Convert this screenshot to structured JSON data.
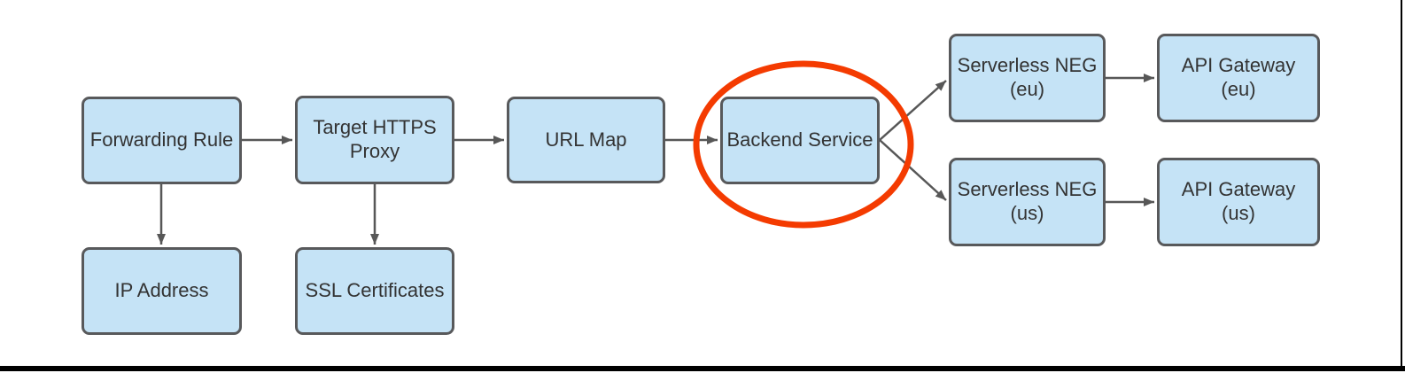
{
  "diagram": {
    "nodes": {
      "forwarding_rule": {
        "label": "Forwarding Rule"
      },
      "target_https_proxy": {
        "label": "Target HTTPS\nProxy"
      },
      "url_map": {
        "label": "URL Map"
      },
      "backend_service": {
        "label": "Backend Service",
        "highlighted": true
      },
      "serverless_neg_eu": {
        "label": "Serverless NEG\n(eu)"
      },
      "api_gateway_eu": {
        "label": "API Gateway\n(eu)"
      },
      "serverless_neg_us": {
        "label": "Serverless NEG\n(us)"
      },
      "api_gateway_us": {
        "label": "API Gateway\n(us)"
      },
      "ip_address": {
        "label": "IP Address"
      },
      "ssl_certificates": {
        "label": "SSL Certificates"
      }
    },
    "edges": [
      {
        "from": "forwarding_rule",
        "to": "target_https_proxy"
      },
      {
        "from": "forwarding_rule",
        "to": "ip_address"
      },
      {
        "from": "target_https_proxy",
        "to": "url_map"
      },
      {
        "from": "target_https_proxy",
        "to": "ssl_certificates"
      },
      {
        "from": "url_map",
        "to": "backend_service"
      },
      {
        "from": "backend_service",
        "to": "serverless_neg_eu"
      },
      {
        "from": "backend_service",
        "to": "serverless_neg_us"
      },
      {
        "from": "serverless_neg_eu",
        "to": "api_gateway_eu"
      },
      {
        "from": "serverless_neg_us",
        "to": "api_gateway_us"
      }
    ],
    "annotations": [
      {
        "type": "ellipse",
        "around": "backend_service"
      }
    ],
    "colors": {
      "node_fill": "#c5e3f6",
      "node_border": "#58595b",
      "node_text": "#333333",
      "arrow": "#575757",
      "highlight_ellipse": "#f43b01",
      "frame_line": "#000000",
      "background": "#ffffff"
    }
  }
}
